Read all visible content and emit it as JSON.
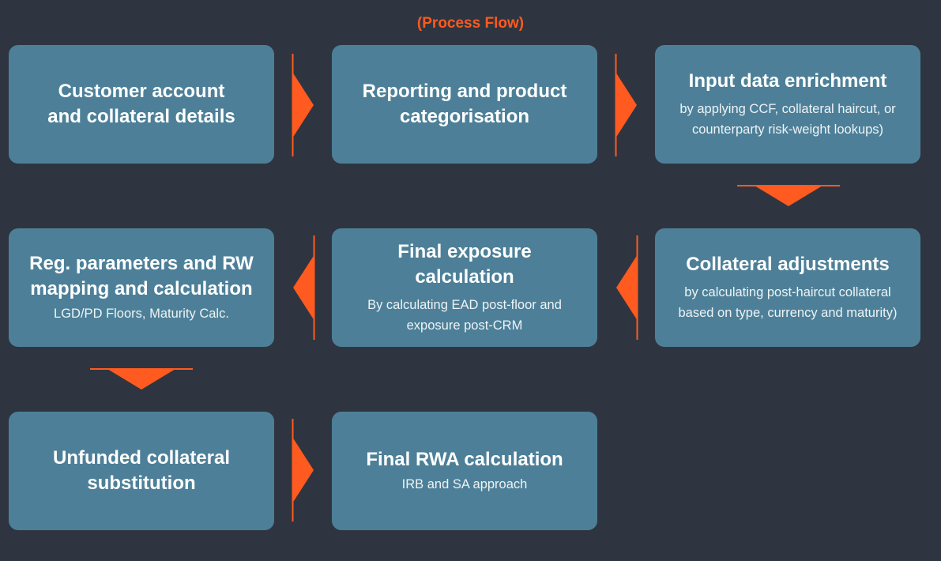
{
  "title": "(Process Flow)",
  "colors": {
    "background": "#2e3540",
    "box": "#4d8098",
    "accent": "#ff5a1f",
    "text": "#ffffff"
  },
  "steps": [
    {
      "heading": "Customer account\nand collateral details",
      "sub": ""
    },
    {
      "heading": "Reporting and product\ncategorisation",
      "sub": ""
    },
    {
      "heading": "Input data enrichment",
      "sub": "by applying CCF, collateral haircut, or\ncounterparty risk-weight lookups)"
    },
    {
      "heading": "Collateral adjustments",
      "sub": "by calculating post-haircut collateral\nbased on type, currency and maturity)"
    },
    {
      "heading": "Final exposure calculation",
      "sub": "By calculating EAD post-floor and\nexposure post-CRM"
    },
    {
      "heading": "Reg. parameters and RW\nmapping and calculation",
      "sub": "LGD/PD Floors, Maturity Calc."
    },
    {
      "heading": "Unfunded collateral\nsubstitution",
      "sub": ""
    },
    {
      "heading": "Final RWA calculation",
      "sub": "IRB and SA approach"
    }
  ],
  "connectors": [
    {
      "from": 0,
      "to": 1,
      "direction": "right"
    },
    {
      "from": 1,
      "to": 2,
      "direction": "right"
    },
    {
      "from": 2,
      "to": 3,
      "direction": "down"
    },
    {
      "from": 3,
      "to": 4,
      "direction": "left"
    },
    {
      "from": 4,
      "to": 5,
      "direction": "left"
    },
    {
      "from": 5,
      "to": 6,
      "direction": "down"
    },
    {
      "from": 6,
      "to": 7,
      "direction": "right"
    }
  ]
}
